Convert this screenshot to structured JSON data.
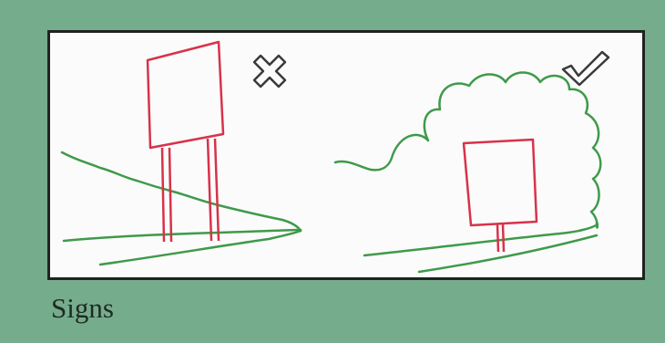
{
  "caption": "Signs",
  "colors": {
    "background": "#75ad8c",
    "panel": "#fbfbfb",
    "panel_border": "#1f2320",
    "sign": "#d8324a",
    "ground": "#3f9a4a",
    "mark": "#3a3a3a"
  },
  "examples": [
    {
      "id": "bad-placement",
      "verdict": "incorrect",
      "mark_icon": "cross-icon"
    },
    {
      "id": "good-placement",
      "verdict": "correct",
      "mark_icon": "check-icon"
    }
  ]
}
